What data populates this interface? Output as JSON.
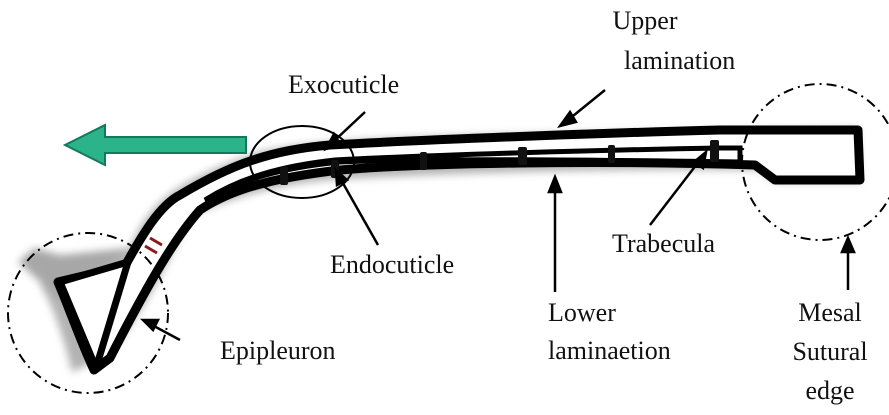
{
  "labels": {
    "upper_lamination_1": "Upper",
    "upper_lamination_2": "lamination",
    "exocuticle": "Exocuticle",
    "endocuticle": "Endocuticle",
    "trabecula": "Trabecula",
    "lower_lamination_1": "Lower",
    "lower_lamination_2": "laminaetion",
    "mesal_sutural_edge_1": "Mesal",
    "mesal_sutural_edge_2": "Sutural",
    "mesal_sutural_edge_3": "edge",
    "epipleuron": "Epipleuron"
  },
  "colors": {
    "direction_arrow": "#2bb38a",
    "outline": "#000000",
    "halo": "#9a9a9a",
    "trabecula_mark": "#8b1a1a"
  }
}
